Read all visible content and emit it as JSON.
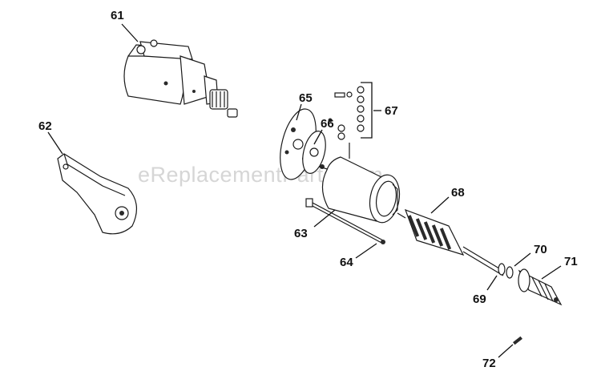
{
  "watermark": "eReplacementParts.com",
  "callouts": {
    "c61": "61",
    "c62": "62",
    "c63": "63",
    "c64": "64",
    "c65": "65",
    "c66": "66",
    "c67": "67",
    "c68": "68",
    "c69": "69",
    "c70": "70",
    "c71": "71",
    "c72": "72"
  }
}
